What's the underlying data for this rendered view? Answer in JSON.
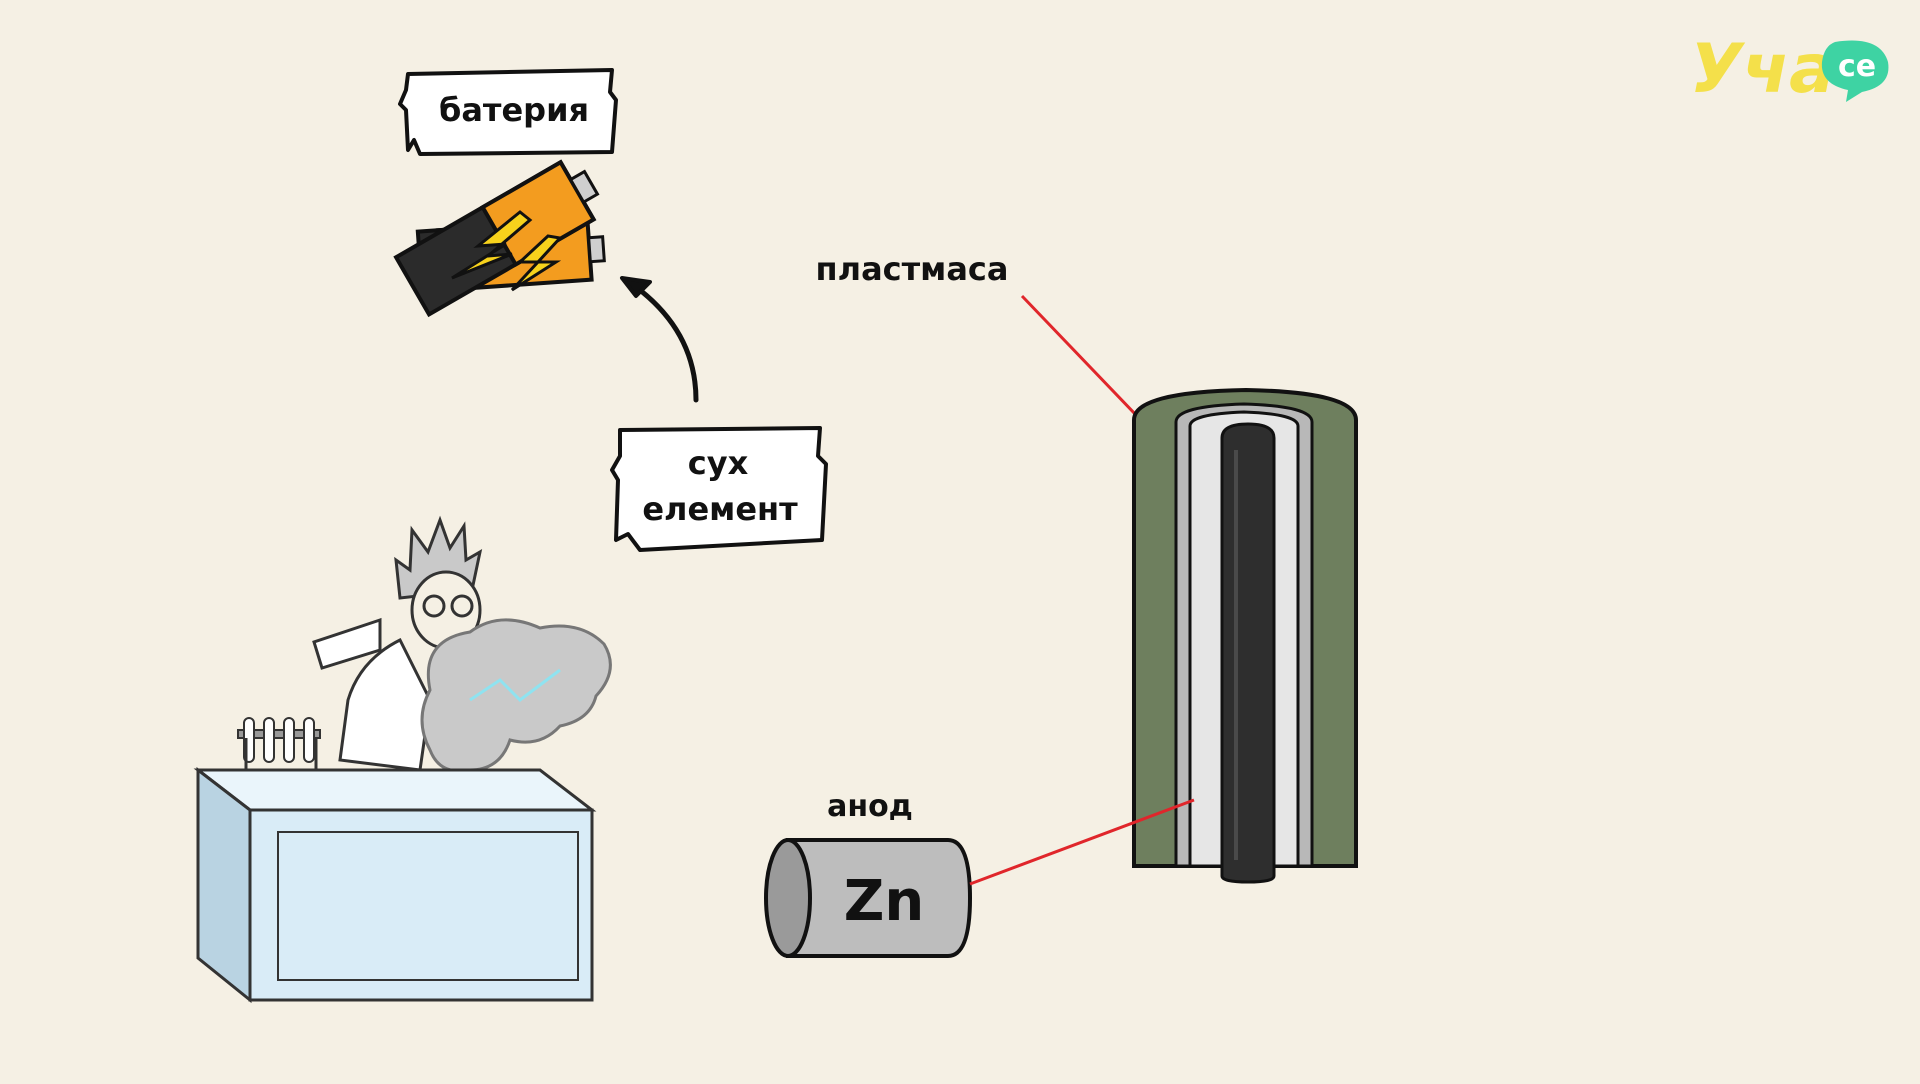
{
  "brand": {
    "logo_text": "Уча",
    "logo_badge": "се",
    "logo_color": "#f4e04a",
    "badge_color": "#3ed3a3"
  },
  "labels": {
    "battery": "батерия",
    "dry_cell_line1": "сух",
    "dry_cell_line2": "елемент",
    "plastic": "пластмаса",
    "anode": "анод",
    "zinc": "Zn"
  },
  "colors": {
    "background": "#f5f0e4",
    "leader_line": "#e0262b",
    "outer_casing": "#6e7f5e",
    "rod": "#2e2e2e",
    "battery_orange": "#f39c1f",
    "battery_black": "#2b2b2b",
    "lab_table": "#d9ecf7"
  },
  "icons": {
    "battery": "battery-pair-icon",
    "scientist": "scientist-illustration",
    "zinc_cylinder": "zinc-cylinder-icon",
    "dry_cell": "dry-cell-cutaway-icon",
    "arrow": "curved-arrow-icon",
    "test_tubes": "test-tube-rack-icon"
  }
}
